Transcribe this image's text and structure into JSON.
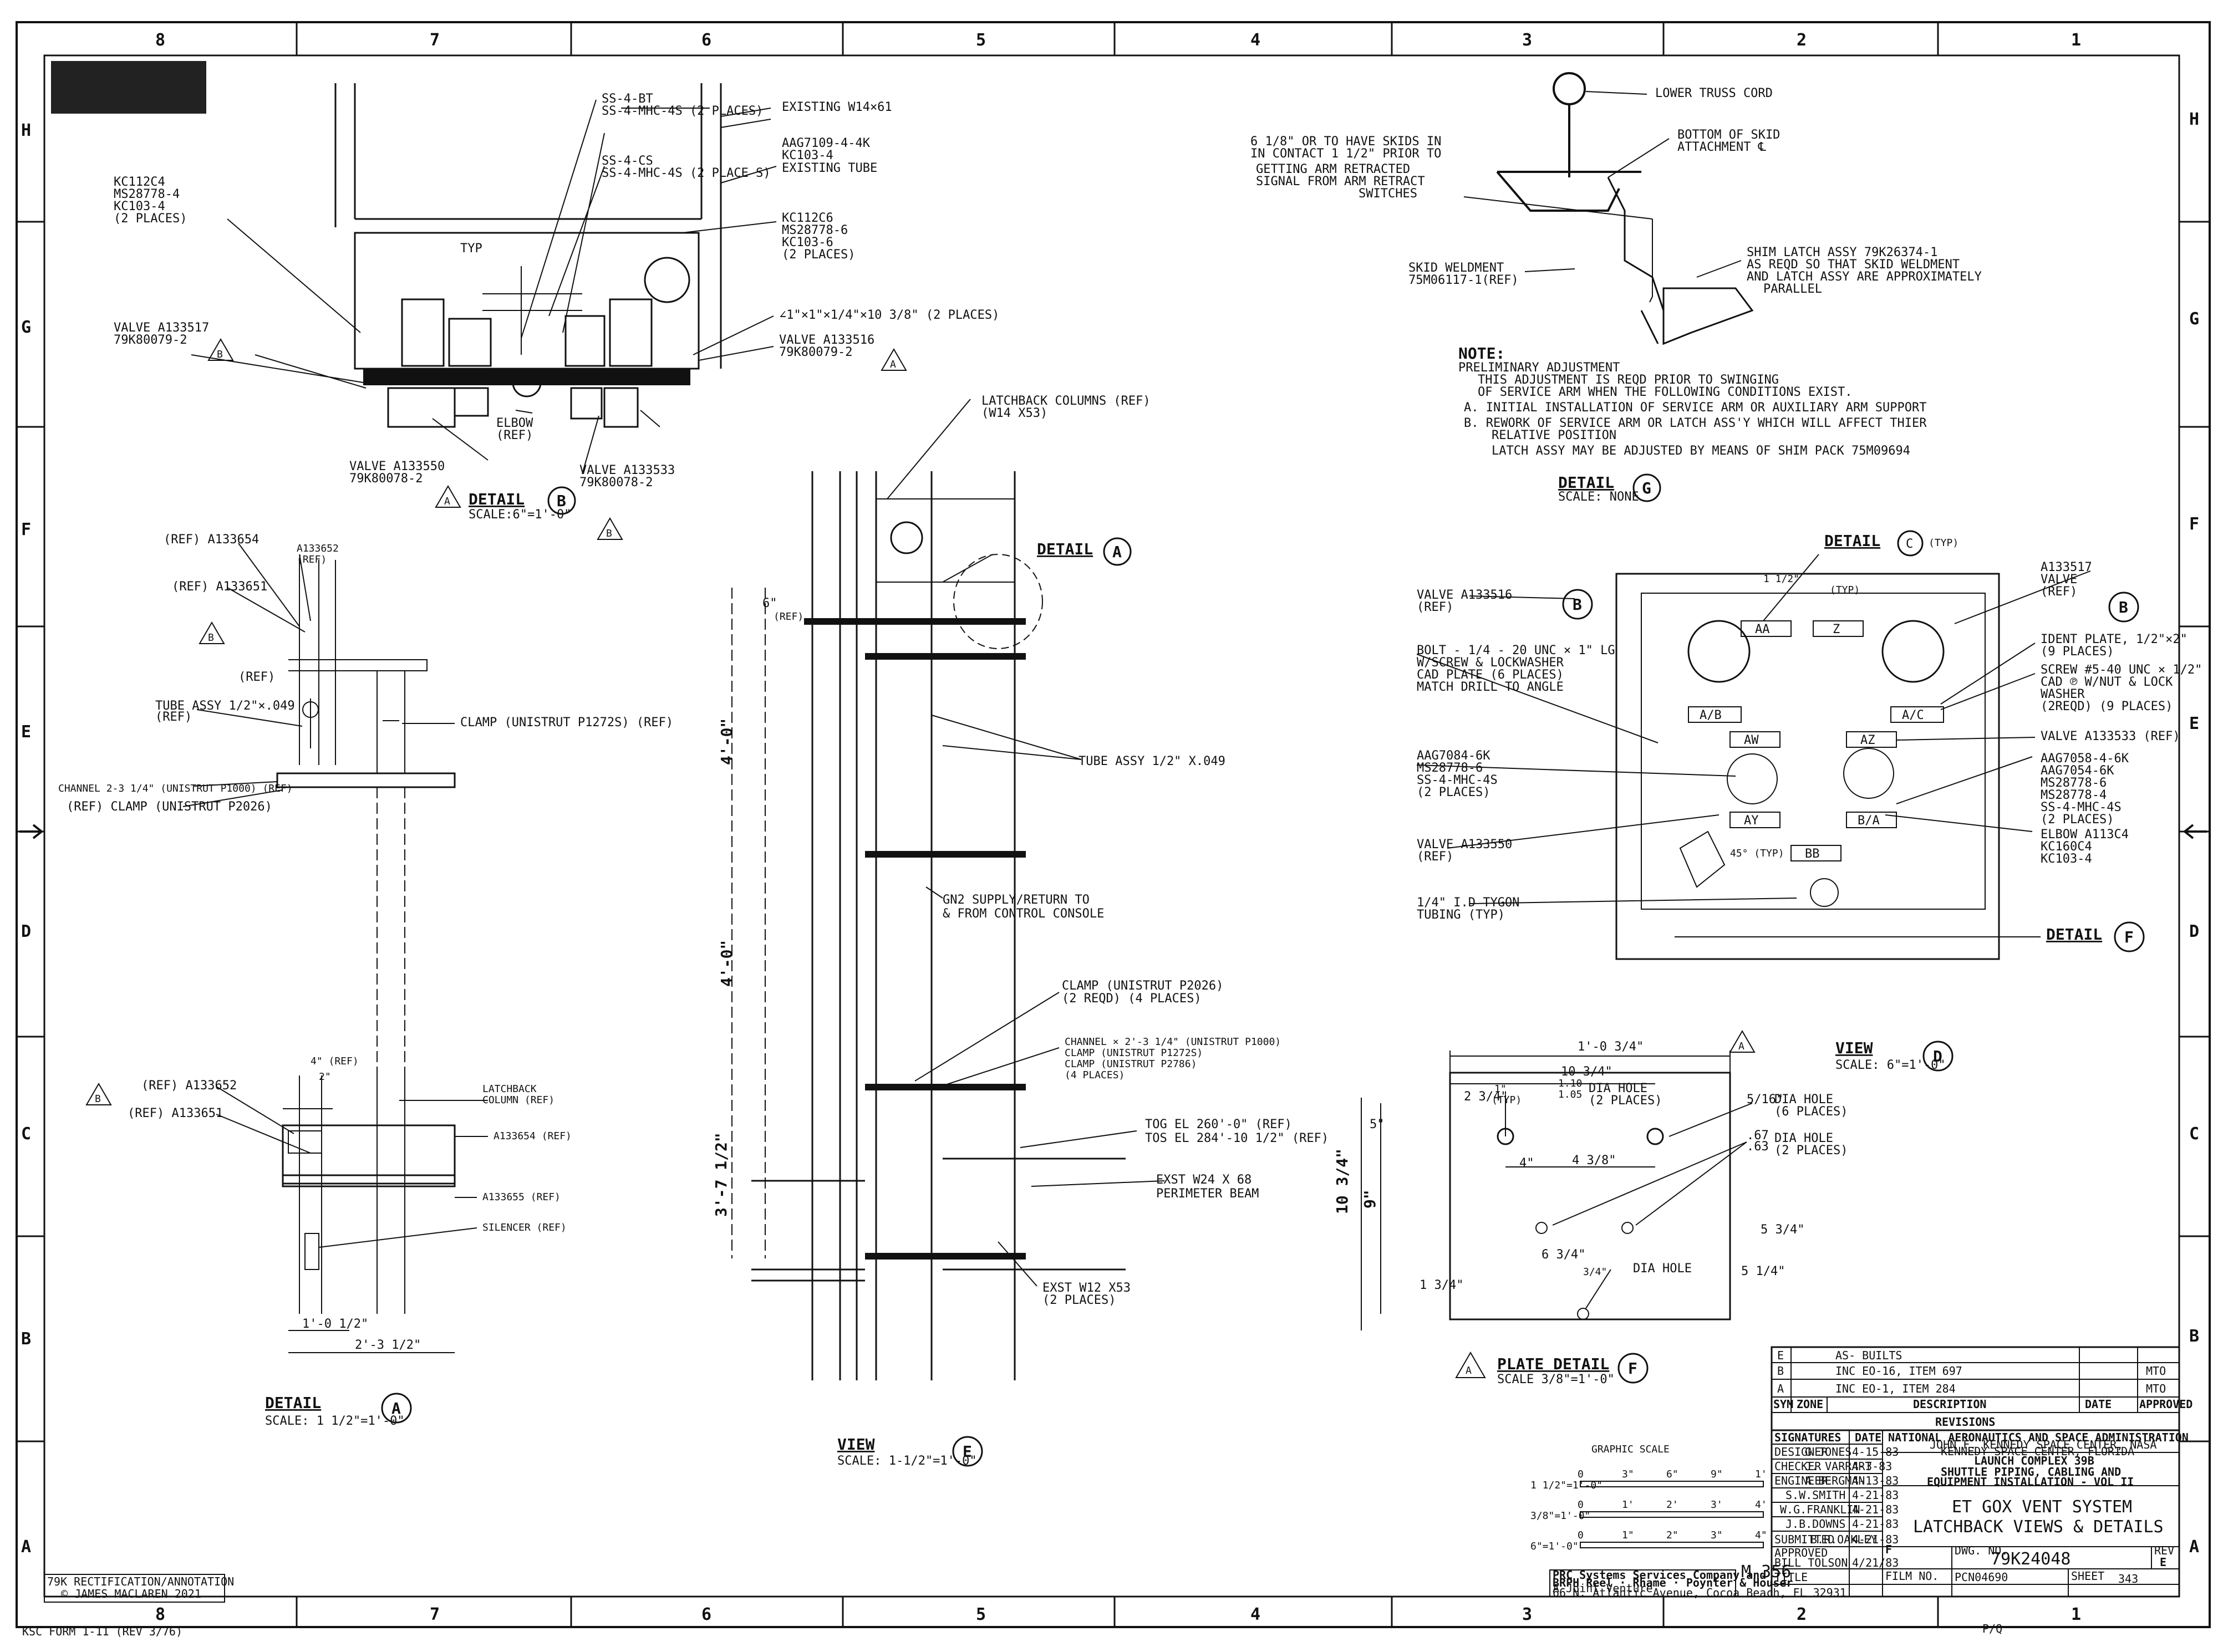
{
  "zones": {
    "columns": [
      "8",
      "7",
      "6",
      "5",
      "4",
      "3",
      "2",
      "1"
    ],
    "rows": [
      "H",
      "G",
      "F",
      "E",
      "D",
      "C",
      "B",
      "A"
    ]
  },
  "stamp": {
    "line1": "79K RECTIFICATION/ANNOTATION",
    "line2": "© JAMES MACLAREN 2021",
    "form": "KSC FORM 1-11 (REV 3/76)"
  },
  "detail_b": {
    "labels": [
      "SS-4-BT",
      "SS-4-MHC-4S (2 PLACES)",
      "EXISTING W14×61",
      "AAG7109-4-4K",
      "KC103-4",
      "SS-4-CS",
      "SS-4-MHC-4S (2 PLACE S)",
      "EXISTING TUBE",
      "KC112C4",
      "MS28778-4",
      "KC103-4",
      "(2 PLACES)",
      "KC112C6",
      "MS28778-6",
      "KC103-6",
      "(2 PLACES)",
      "TYP",
      "∠1\"×1\"×1/4\"×10 3/8\" (2 PLACES)",
      "VALVE A133517",
      "79K80079-2",
      "VALVE A133516",
      "79K80079-2",
      "ELBOW",
      "(REF)",
      "VALVE A133550",
      "79K80078-2",
      "VALVE A133533",
      "79K80078-2"
    ],
    "title": "DETAIL",
    "scale": "SCALE:6\"=1'-0\"",
    "callout": "B",
    "flag": "B",
    "flag_a": "A"
  },
  "detail_g": {
    "labels": [
      "LOWER TRUSS CORD",
      "BOTTOM OF SKID",
      "ATTACHMENT ℄",
      "6 1/8\" OR TO HAVE SKIDS IN",
      "IN CONTACT 1 1/2\" PRIOR TO",
      "GETTING ARM RETRACTED",
      "SIGNAL FROM ARM RETRACT",
      "SWITCHES",
      "SKID WELDMENT",
      "75M06117-1(REF)",
      "SHIM LATCH ASSY 79K26374-1",
      "AS REQD SO THAT SKID WELDMENT",
      "AND LATCH ASSY ARE APPROXIMATELY",
      "PARALLEL"
    ],
    "note_title": "NOTE:",
    "note_lines": [
      "PRELIMINARY ADJUSTMENT",
      "THIS ADJUSTMENT IS REQD PRIOR TO SWINGING",
      "OF SERVICE ARM WHEN THE FOLLOWING CONDITIONS EXIST.",
      "A. INITIAL INSTALLATION OF SERVICE ARM OR AUXILIARY ARM SUPPORT",
      "B. REWORK OF SERVICE ARM OR LATCH ASS'Y WHICH WILL AFFECT THIER",
      "RELATIVE POSITION",
      "LATCH ASSY MAY BE ADJUSTED BY MEANS OF SHIM PACK 75M09694"
    ],
    "title": "DETAIL",
    "scale": "SCALE: NONE",
    "callout": "G"
  },
  "detail_a_left": {
    "labels": [
      "(REF) A133654",
      "A133652",
      "(REF)",
      "(REF) A133651",
      "(REF)",
      "TUBE ASSY 1/2\"×.049",
      "(REF)",
      "CLAMP (UNISTRUT P1272S) (REF)",
      "CHANNEL 2-3 1/4\" (UNISTRUT P1000) (REF)",
      "(REF) CLAMP (UNISTRUT P2026)"
    ],
    "flag": "B"
  },
  "detail_a_bottom": {
    "labels": [
      "(REF) A133652",
      "(REF) A133651",
      "LATCHBACK",
      "COLUMN (REF)",
      "A133654 (REF)",
      "A133655 (REF)",
      "SILENCER (REF)",
      "4\" (REF)",
      "2\"",
      "1'-0 1/2\"",
      "2'-3 1/2\""
    ],
    "flag": "B",
    "title": "DETAIL",
    "scale": "SCALE: 1 1/2\"=1'-0\"",
    "callout": "A"
  },
  "view_e": {
    "labels": [
      "LATCHBACK COLUMNS (REF)",
      "(W14 X53)",
      "DETAIL",
      "A",
      "6\"",
      "(REF)",
      "TUBE ASSY 1/2\" X.049",
      "4'-0\"",
      "GN2 SUPPLY/RETURN TO",
      "& FROM CONTROL CONSOLE",
      "4'-0\"",
      "CLAMP (UNISTRUT P2026)",
      "(2 REQD) (4 PLACES)",
      "CHANNEL × 2'-3 1/4\" (UNISTRUT P1000)",
      "CLAMP (UNISTRUT P1272S)",
      "CLAMP (UNISTRUT P2786)",
      "(4 PLACES)",
      "TOG EL 260'-0\" (REF)",
      "TOS EL 284'-10 1/2\" (REF)",
      "EXST W24 X 68",
      "PERIMETER BEAM",
      "3'-7 1/2\"",
      "EXST W12 X53",
      "(2 PLACES)"
    ],
    "title": "VIEW",
    "scale": "SCALE: 1-1/2\"=1'-0\"",
    "callout": "E"
  },
  "view_d": {
    "labels": [
      "DETAIL",
      "C",
      "(TYP)",
      "VALVE A133516",
      "(REF)",
      "A133517",
      "VALVE",
      "(REF)",
      "IDENT PLATE, 1/2\"×2\"",
      "(9 PLACES)",
      "BOLT - 1/4 - 20 UNC × 1\" LG",
      "W/SCREW & LOCKWASHER",
      "CAD PLATE (6 PLACES)",
      "MATCH DRILL TO ANGLE",
      "SCREW #5-40 UNC × 1/2\"",
      "CAD ℗ W/NUT & LOCK",
      "WASHER",
      "(2REQD) (9 PLACES)",
      "VALVE A133533 (REF)",
      "AAG7084-6K",
      "MS28778-6",
      "SS-4-MHC-4S",
      "(2 PLACES)",
      "AAG7058-4-6K",
      "AAG7054-6K",
      "MS28778-6",
      "MS28778-4",
      "SS-4-MHC-4S",
      "(2 PLACES)",
      "ELBOW A113C4",
      "KC160C4",
      "KC103-4",
      "VALVE A133550",
      "(REF)",
      "1/4\" I.D TYGON",
      "TUBING (TYP)",
      "AA",
      "Z",
      "A/B",
      "A/C",
      "AW",
      "AZ",
      "AY",
      "B/A",
      "BB",
      "1 1/2\"",
      "(TYP)",
      "45° (TYP)",
      "DETAIL",
      "F",
      "B",
      "B"
    ],
    "title": "VIEW",
    "scale": "SCALE: 6\"=1'-0\"",
    "callout": "D"
  },
  "plate_detail": {
    "labels": [
      "1'-0 3/4\"",
      "10 3/4\"",
      "2 3/4\"",
      "1\"",
      "(TYP)",
      "1.10",
      "1.05",
      "DIA HOLE",
      "(2 PLACES)",
      "5/16\"",
      "DIA HOLE",
      "(6 PLACES)",
      ".67",
      ".63",
      "DIA HOLE",
      "(2 PLACES)",
      "4 3/8\"",
      "4\"",
      "6 3/4\"",
      "5\"",
      "10 3/4\"",
      "9\"",
      "5 1/4\"",
      "1 3/4\"",
      "3/4\"",
      "DIA HOLE",
      "5 3/4\""
    ],
    "title": "PLATE DETAIL",
    "scale": "SCALE 3/8\"=1'-0\"",
    "callout": "F",
    "flag": "A"
  },
  "graphic_scale": {
    "title": "GRAPHIC SCALE",
    "rows": [
      {
        "label": "1 1/2\"=1'-0\"",
        "ticks": [
          "0",
          "3\"",
          "6\"",
          "9\"",
          "1'"
        ]
      },
      {
        "label": "3/8\"=1'-0\"",
        "ticks": [
          "0",
          "1'",
          "2'",
          "3'",
          "4'"
        ]
      },
      {
        "label": "6\"=1'-0\"",
        "ticks": [
          "0",
          "1\"",
          "2\"",
          "3\"",
          "4\""
        ]
      }
    ]
  },
  "revisions": {
    "rows": [
      {
        "sym": "E",
        "desc": "AS- BUILTS",
        "date": "",
        "approved": ""
      },
      {
        "sym": "B",
        "desc": "INC EO-16, ITEM 697",
        "date": "",
        "approved": "MTO"
      },
      {
        "sym": "A",
        "desc": "INC EO-1, ITEM 284",
        "date": "",
        "approved": "MTO"
      }
    ],
    "header": {
      "sym": "SYM",
      "zone": "ZONE",
      "desc": "DESCRIPTION",
      "date": "DATE",
      "approved": "APPROVED"
    },
    "title": "REVISIONS"
  },
  "title_block": {
    "sig_header": "SIGNATURES",
    "date_header": "DATE",
    "signatures": [
      {
        "role": "DESIGNER",
        "name": "G JONES",
        "date": "4-15-83"
      },
      {
        "role": "CHECKER",
        "name": "J. VARRART",
        "date": "4-3-83"
      },
      {
        "role": "ENGINEER",
        "name": "A BERGMAN",
        "date": "4-13-83"
      },
      {
        "role": "",
        "name": "S.W.SMITH",
        "date": "4-21-83"
      },
      {
        "role": "",
        "name": "W.G.FRANKLIN",
        "date": "4-21-83"
      },
      {
        "role": "",
        "name": "J.B.DOWNS",
        "date": "4-21-83"
      },
      {
        "role": "SUBMITTED",
        "name": "B.R.OAKLEY",
        "date": "4-21-83"
      }
    ],
    "approved_label": "APPROVED",
    "approved_name": "BILL TOLSON",
    "approved_date": "4/21/83",
    "agency": "NATIONAL AERONAUTICS AND SPACE ADMINISTRATION",
    "center": "JOHN F. KENNEDY SPACE CENTER, NASA",
    "location": "KENNEDY SPACE CENTER, FLORIDA",
    "project1": "LAUNCH COMPLEX 39B",
    "project2": "SHUTTLE PIPING, CABLING AND",
    "project3": "EQUIPMENT INSTALLATION - VOL II",
    "drawing_title1": "ET GOX VENT SYSTEM",
    "drawing_title2": "LATCHBACK VIEWS & DETAILS",
    "dwg_no_label": "DWG. NO.",
    "dwg_no": "79K24048",
    "rev_label": "REV",
    "rev": "E",
    "size": "F",
    "title_label": "TITLE",
    "file_label": "FILM NO.",
    "file": "PCN04690",
    "sheet_label": "SHEET",
    "sheet": "343",
    "m_number": "M 356",
    "pq": "P/Q"
  },
  "contractor": {
    "line1": "PRC Systems Services Company and",
    "line2": "BRPH Reel · Rhame · Poynter & Houser",
    "line3": "A Joint Venture",
    "line4": "66 N. Atlantic Avenue, Cocoa Beach, FL 32931"
  }
}
